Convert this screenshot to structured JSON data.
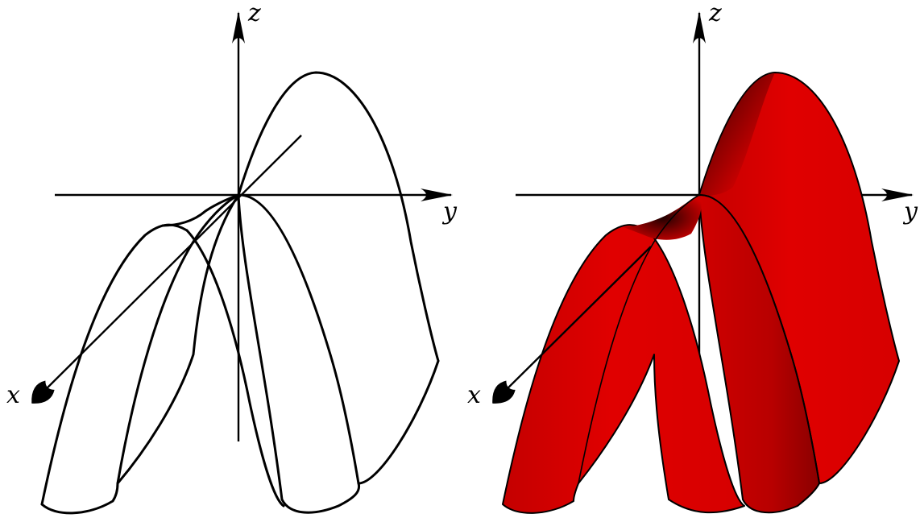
{
  "diagram": {
    "panels": [
      {
        "style": "wireframe",
        "axes": {
          "x_label": "x",
          "y_label": "y",
          "z_label": "z"
        }
      },
      {
        "style": "shaded-surface",
        "axes": {
          "x_label": "x",
          "y_label": "y",
          "z_label": "z"
        }
      }
    ],
    "colors": {
      "surface_fill": "#e00000",
      "surface_shadow": "#5a0000",
      "line": "#000000",
      "background": "#ffffff"
    }
  }
}
